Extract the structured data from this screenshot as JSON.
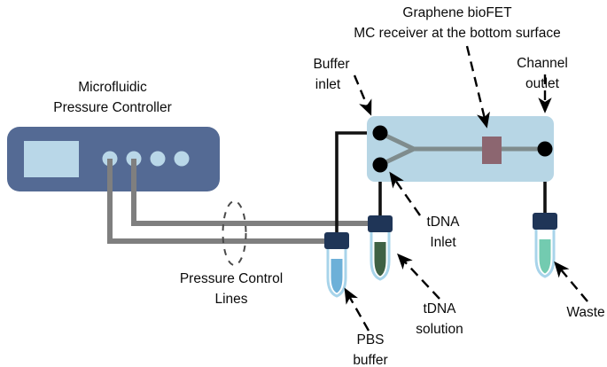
{
  "figure": {
    "title": "Microfluidic pressure-driven Graphene bioFET sensing setup",
    "type": "schematic-diagram"
  },
  "labels": {
    "controller_line1": "Microfluidic",
    "controller_line2": "Pressure Controller",
    "biofet_line1": "Graphene bioFET",
    "biofet_line2": "MC receiver at the bottom surface",
    "buffer_inlet_line1": "Buffer",
    "buffer_inlet_line2": "inlet",
    "channel_outlet_line1": "Channel",
    "channel_outlet_line2": "outlet",
    "tdna_inlet_line1": "tDNA",
    "tdna_inlet_line2": "Inlet",
    "pressure_lines_line1": "Pressure Control",
    "pressure_lines_line2": "Lines",
    "pbs_buffer_line1": "PBS",
    "pbs_buffer_line2": "buffer",
    "tdna_solution_line1": "tDNA",
    "tdna_solution_line2": "solution",
    "waste": "Waste"
  },
  "colors": {
    "controller_body": "#546a94",
    "controller_screen": "#b9d7e8",
    "port": "#b9d7e8",
    "chip_substrate": "#b7d6e5",
    "channel": "#7f8c8d",
    "node_black": "#000000",
    "sensor": "#8c6670",
    "pressure_tube": "#7f7f7f",
    "fluid_tube": "#000000",
    "vial_cap": "#1f3557",
    "vial_glass": "#a8d4ea",
    "pbs_liquid": "#6db0d8",
    "tdna_liquid": "#3f6144",
    "waste_liquid": "#73cbb0",
    "text": "#0b0b0b",
    "background": "#ffffff"
  },
  "components": {
    "controller": {
      "name": "Microfluidic Pressure Controller",
      "ports": 4,
      "connected_ports": 2,
      "screen": true
    },
    "chip": {
      "name": "Microfluidic chip",
      "inlets": [
        "Buffer inlet",
        "tDNA Inlet"
      ],
      "outlets": [
        "Channel outlet"
      ],
      "sensor": "Graphene bioFET MC receiver"
    },
    "vials": [
      {
        "id": "pbs",
        "label": "PBS buffer",
        "liquid": "pbs_liquid",
        "fill_level": 0.55
      },
      {
        "id": "tdna",
        "label": "tDNA solution",
        "liquid": "tdna_liquid",
        "fill_level": 0.55
      },
      {
        "id": "waste",
        "label": "Waste",
        "liquid": "waste_liquid",
        "fill_level": 0.55
      }
    ],
    "pressure_control_lines": {
      "label": "Pressure Control Lines",
      "count": 2,
      "highlight_marker": "dashed-oval"
    }
  }
}
